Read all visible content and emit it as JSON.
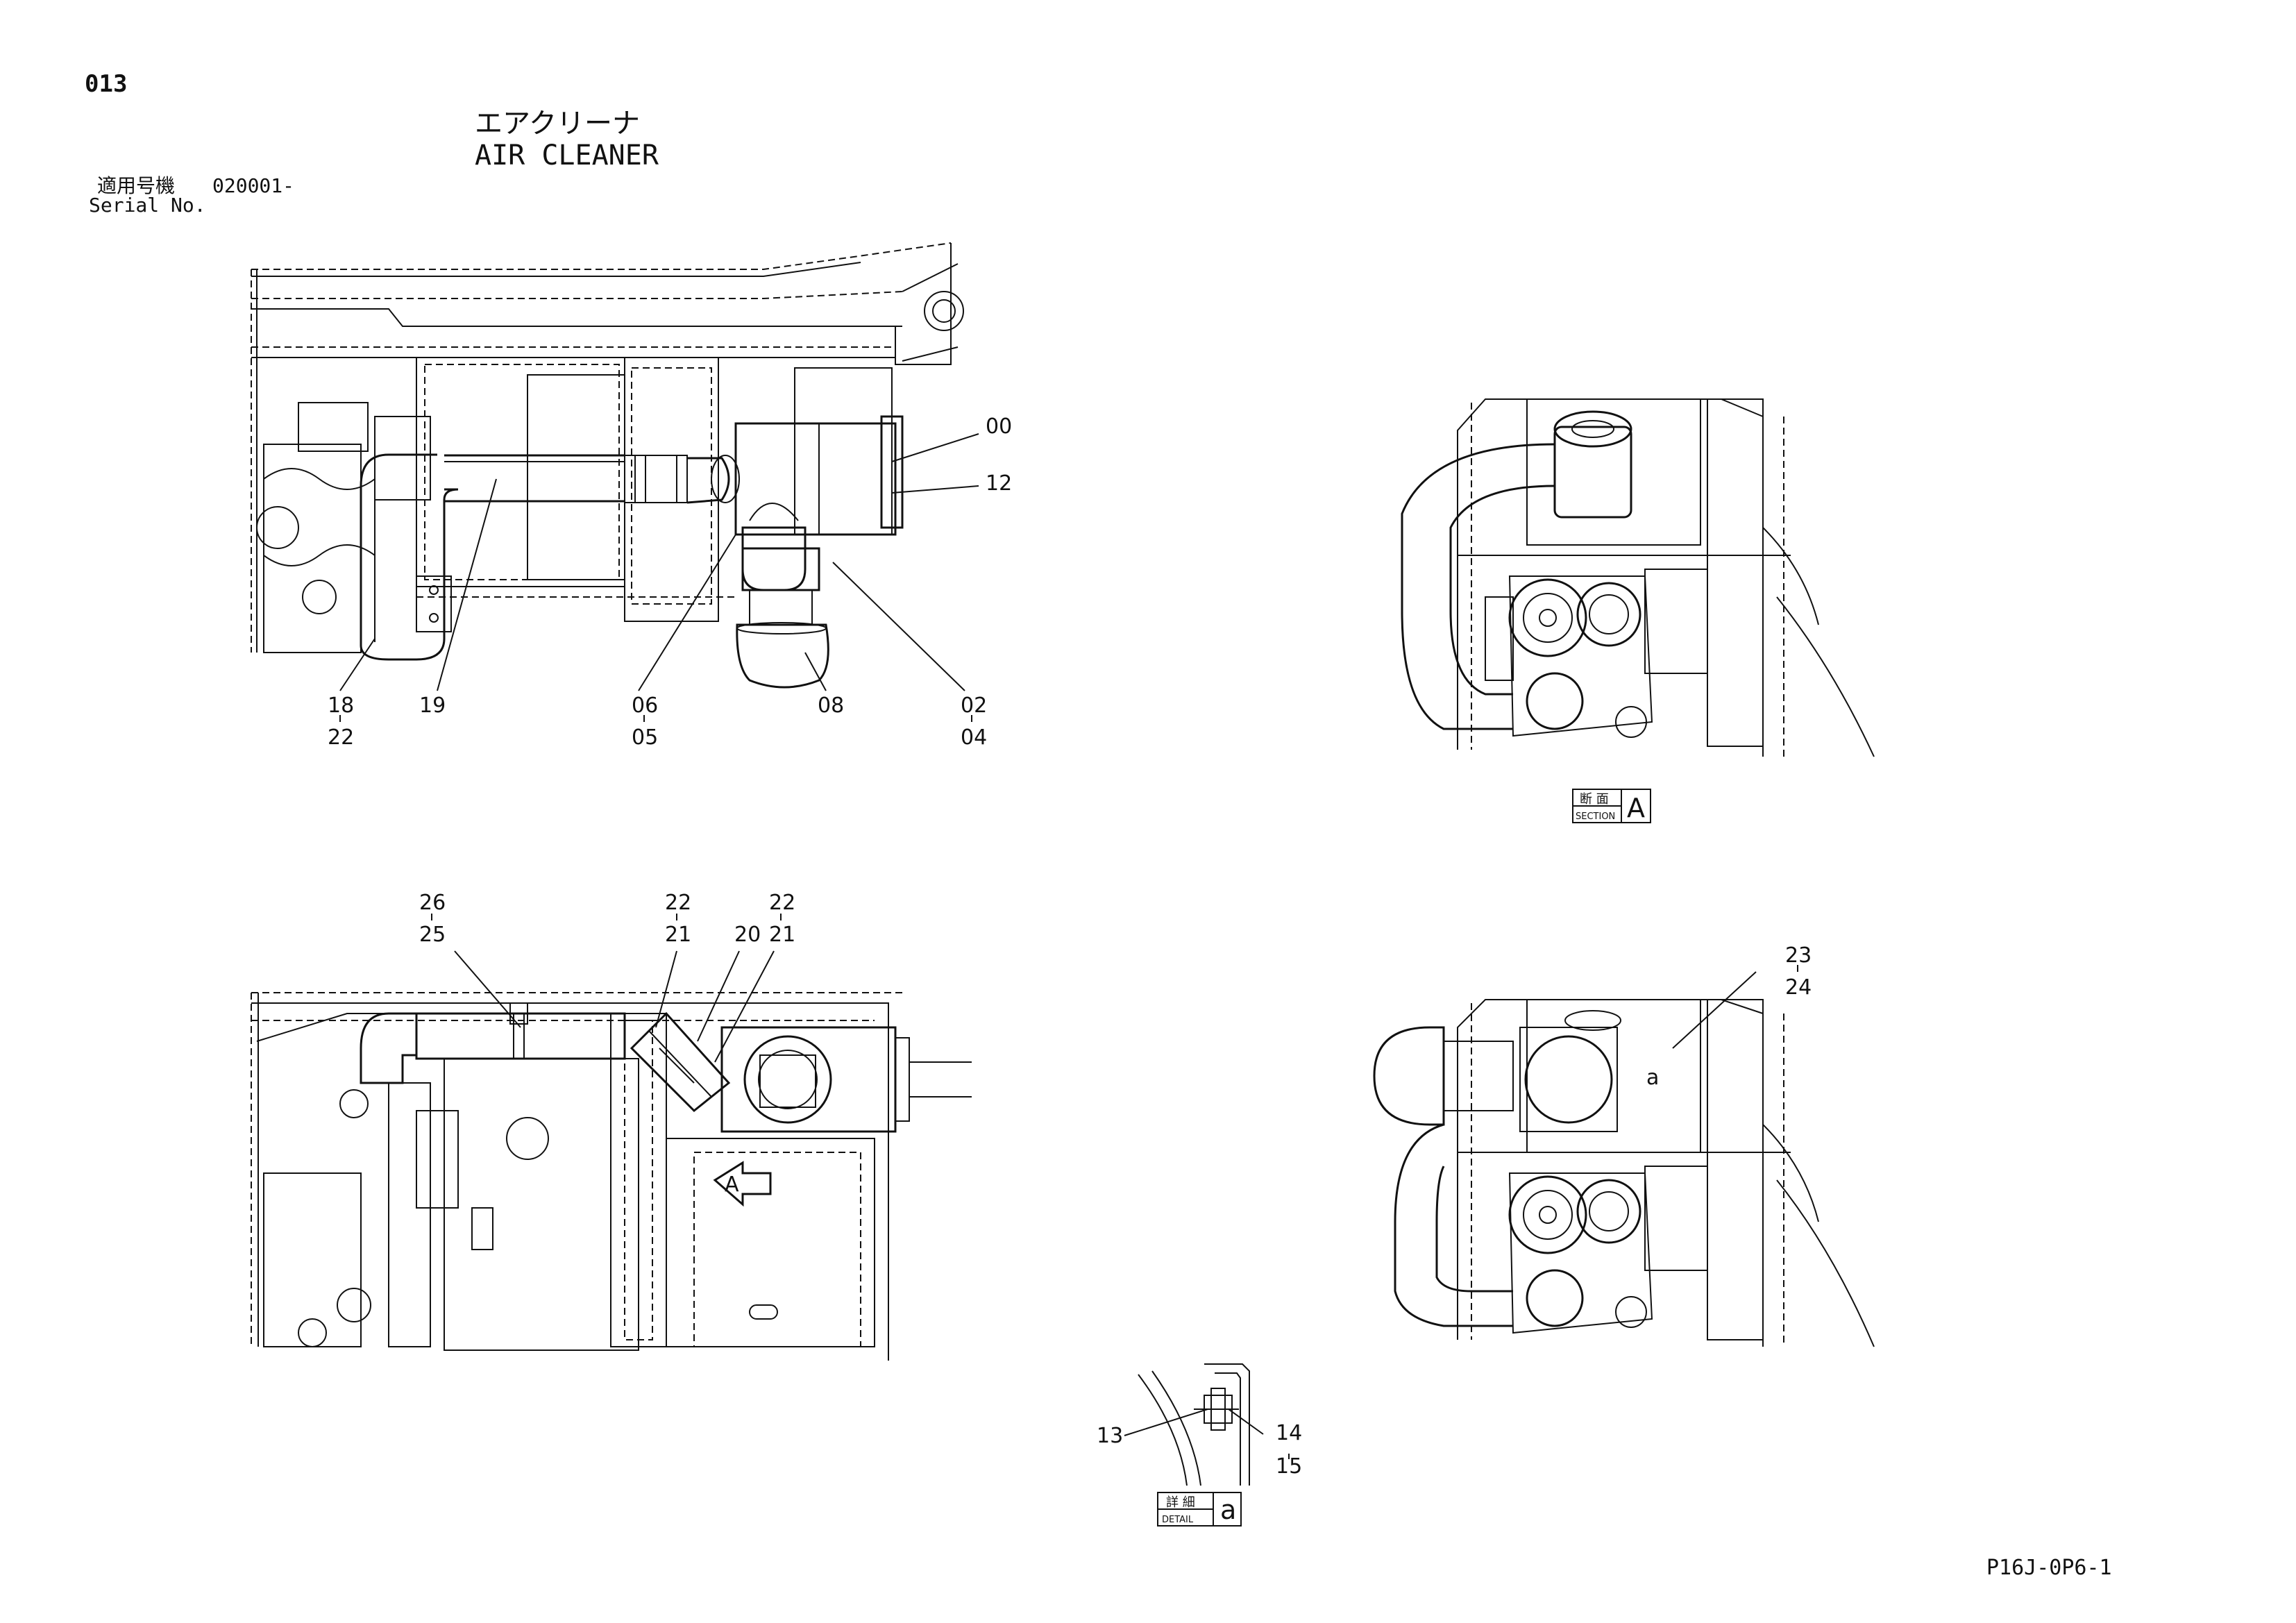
{
  "header": {
    "page_number": "013",
    "title_jp": "エアクリーナ",
    "title_en": "AIR CLEANER",
    "serial_label_jp": "適用号機",
    "serial_value": "020001-",
    "serial_label_en": "Serial No."
  },
  "footer": {
    "doc_code": "P16J-0P6-1"
  },
  "views": {
    "section_a": {
      "label_jp": "断 面",
      "label_en": "SECTION",
      "letter": "A"
    },
    "detail_a": {
      "label_jp": "詳 細",
      "label_en": "DETAIL",
      "letter": "a"
    },
    "view_arrow": {
      "letter": "A"
    },
    "detail_marker": {
      "letter": "a"
    }
  },
  "callouts": {
    "c00": "00",
    "c12": "12",
    "c18": "18",
    "c22a": "22",
    "c19": "19",
    "c06": "06",
    "c05": "05",
    "c08": "08",
    "c02": "02",
    "c04": "04",
    "c26": "26",
    "c25": "25",
    "c22b": "22",
    "c21a": "21",
    "c20": "20",
    "c22c": "22",
    "c21b": "21",
    "c23": "23",
    "c24": "24",
    "c13": "13",
    "c14": "14",
    "c15": "15"
  },
  "icons": {
    "view_arrow": "section-arrow-icon",
    "clamp": "bolt-icon"
  }
}
